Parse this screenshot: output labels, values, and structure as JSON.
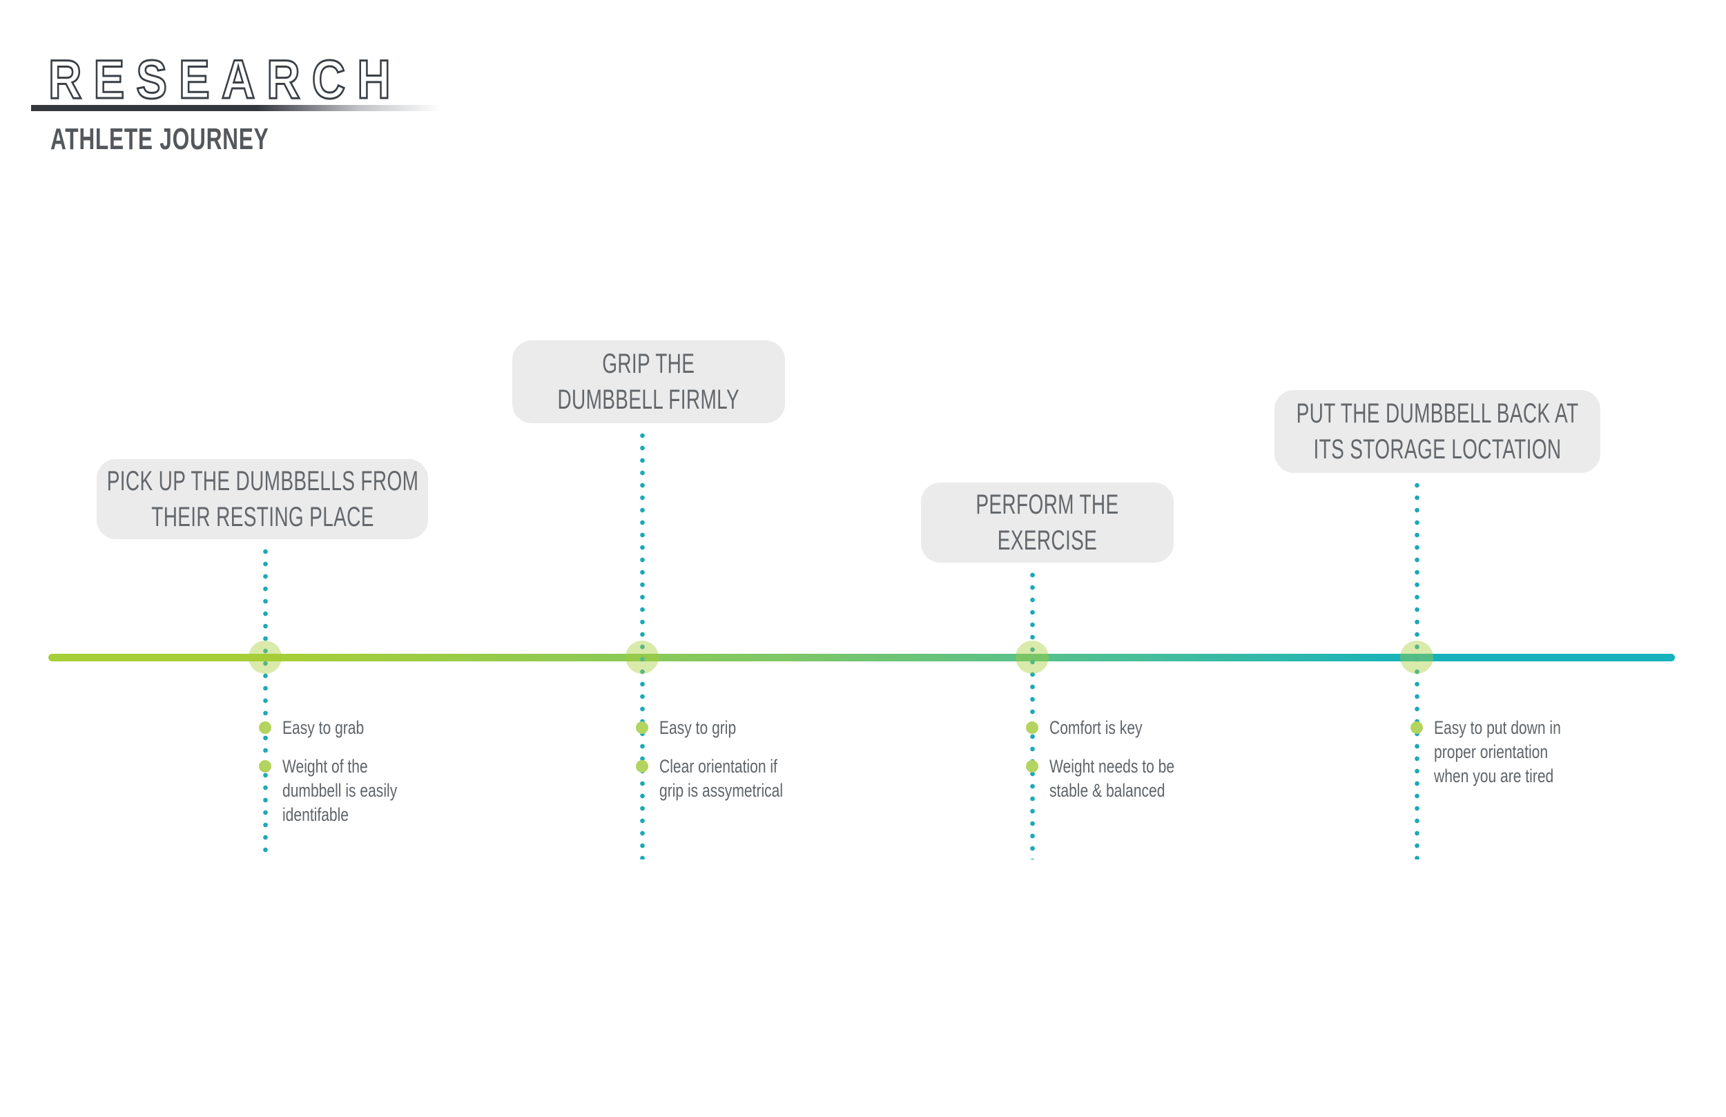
{
  "header": {
    "title": "RESEARCH",
    "subtitle": "ATHLETE JOURNEY"
  },
  "colors": {
    "lime": "#a6ce38",
    "teal": "#16b2bc",
    "dot_teal": "#1aa9b8",
    "bullet_green": "#b3d45f",
    "node_fill": "rgba(166,206,56,0.42)",
    "box_bg": "#ebebeb",
    "label_text": "#63676b",
    "bullet_text_color": "#5f6468",
    "title_stroke": "#3a3f45",
    "subtitle_color": "#54585c",
    "underline_dark": "#34383d"
  },
  "timeline": {
    "milestones": [
      {
        "title": "PICK UP THE DUMBBELLS FROM\nTHEIR RESTING PLACE",
        "bullets": [
          "Easy to grab",
          "Weight of the\ndumbbell is easily\nidentifable"
        ]
      },
      {
        "title": "GRIP THE\nDUMBBELL FIRMLY",
        "bullets": [
          "Easy to grip",
          "Clear orientation if\ngrip is assymetrical"
        ]
      },
      {
        "title": "PERFORM THE\nEXERCISE",
        "bullets": [
          "Comfort is key",
          "Weight needs to be\nstable & balanced"
        ]
      },
      {
        "title": "PUT THE DUMBBELL BACK AT\nITS STORAGE LOCTATION",
        "bullets": [
          "Easy to put down in\nproper orientation\nwhen you are tired"
        ]
      }
    ]
  }
}
